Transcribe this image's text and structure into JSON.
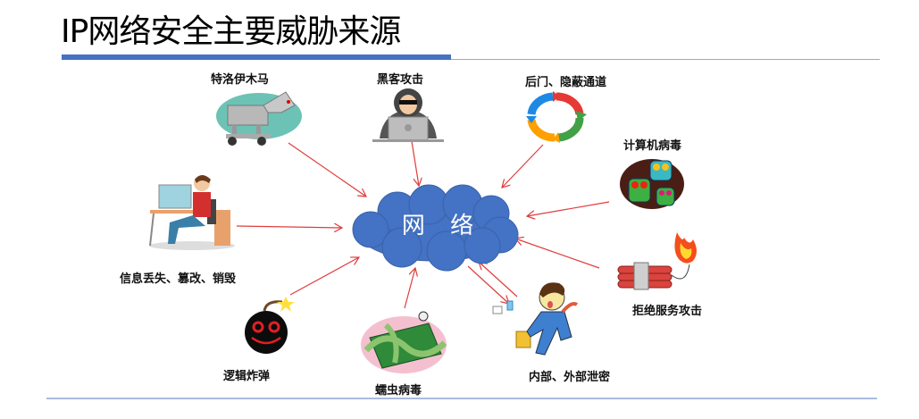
{
  "title": "IP网络安全主要威胁来源",
  "center": {
    "label": "网 络",
    "color": "#4472C4"
  },
  "arrow_color": "#E03C3C",
  "threats": [
    {
      "id": "trojan",
      "label": "特洛伊木马"
    },
    {
      "id": "hacker",
      "label": "黑客攻击"
    },
    {
      "id": "backdoor",
      "label": "后门、隐蔽通道"
    },
    {
      "id": "computer-virus",
      "label": "计算机病毒"
    },
    {
      "id": "dos",
      "label": "拒绝服务攻击"
    },
    {
      "id": "info-loss",
      "label": "信息丢失、篡改、销毁"
    },
    {
      "id": "logic-bomb",
      "label": "逻辑炸弹"
    },
    {
      "id": "worm",
      "label": "蠕虫病毒"
    },
    {
      "id": "leak",
      "label": "内部、外部泄密"
    }
  ]
}
